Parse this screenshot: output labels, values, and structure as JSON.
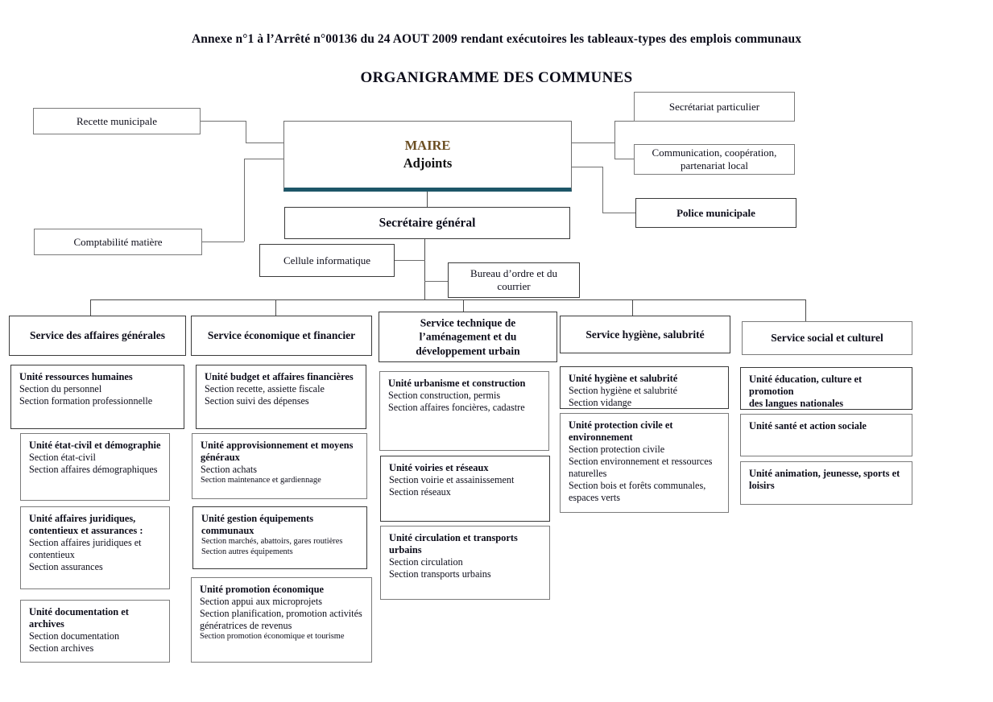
{
  "document": {
    "annex_title": "Annexe n°1 à l’Arrêté n°00136 du 24 AOUT 2009 rendant exécutoires les tableaux-types des emplois communaux",
    "chart_title": "ORGANIGRAMME DES COMMUNES"
  },
  "colors": {
    "maire_accent": "#1d5668",
    "maire_text": "#6b4e22",
    "box_border": "#3a3a3a",
    "connector": "#4a4a4a",
    "background": "#ffffff"
  },
  "top": {
    "recette": "Recette municipale",
    "comptabilite": "Comptabilité matière",
    "maire_line1": "MAIRE",
    "maire_line2": "Adjoints",
    "secretariat_particulier": "Secrétariat particulier",
    "communication_l1": "Communication, coopération,",
    "communication_l2": "partenariat local",
    "police": "Police municipale",
    "secretaire_general": "Secrétaire général",
    "cellule_informatique": "Cellule informatique",
    "bureau_ordre": "Bureau d’ordre et du courrier"
  },
  "services": [
    {
      "id": "affaires-generales",
      "header": "Service des affaires générales",
      "header_lines": [
        "Service des affaires générales"
      ],
      "units": [
        {
          "title": "Unité ressources humaines",
          "lines": [
            "Section du personnel",
            "Section formation professionnelle"
          ]
        },
        {
          "title": "Unité état-civil et démographie",
          "lines": [
            "Section état-civil",
            "Section affaires démographiques"
          ]
        },
        {
          "title": "Unité affaires juridiques, contentieux et assurances :",
          "title_lines": [
            "Unité affaires juridiques,",
            "contentieux et assurances :"
          ],
          "lines": [
            "Section affaires juridiques et",
            "contentieux",
            "Section assurances"
          ]
        },
        {
          "title": "Unité documentation et archives",
          "title_lines": [
            "Unité documentation et",
            "archives"
          ],
          "lines": [
            "Section documentation",
            "Section archives"
          ]
        }
      ]
    },
    {
      "id": "economique-financier",
      "header": "Service économique et financier",
      "header_lines": [
        "Service économique et financier"
      ],
      "units": [
        {
          "title": "Unité budget et affaires financières",
          "lines": [
            "Section recette, assiette fiscale",
            "Section suivi des dépenses"
          ]
        },
        {
          "title": "Unité approvisionnement et moyens généraux",
          "title_lines": [
            "Unité approvisionnement et moyens",
            "généraux"
          ],
          "lines": [
            "Section achats"
          ],
          "small_lines": [
            "Section maintenance et gardiennage"
          ]
        },
        {
          "title": "Unité gestion équipements communaux",
          "lines": [],
          "small_lines": [
            "Section marchés, abattoirs, gares routières",
            "Section autres équipements"
          ]
        },
        {
          "title": "Unité promotion économique",
          "lines": [
            "Section appui aux microprojets",
            "Section planification, promotion activités",
            "génératrices de revenus"
          ],
          "small_lines": [
            "Section promotion économique et tourisme"
          ]
        }
      ]
    },
    {
      "id": "technique",
      "header": "Service technique de l’aménagement et du développement urbain",
      "header_lines": [
        "Service technique de",
        "l’aménagement et du",
        "développement urbain"
      ],
      "units": [
        {
          "title": "Unité urbanisme et construction",
          "lines": [
            "Section construction, permis",
            "Section affaires foncières, cadastre"
          ]
        },
        {
          "title": "Unité voiries et réseaux",
          "lines": [
            "Section voirie et assainissement",
            "Section réseaux"
          ]
        },
        {
          "title": "Unité circulation et transports urbains",
          "title_lines": [
            "Unité circulation et transports",
            "urbains"
          ],
          "lines": [
            "Section circulation",
            "Section transports urbains"
          ]
        }
      ]
    },
    {
      "id": "hygiene-salubrite",
      "header": "Service hygiène, salubrité",
      "header_lines": [
        "Service hygiène, salubrité"
      ],
      "units": [
        {
          "title": "Unité hygiène et salubrité",
          "lines": [
            "Section hygiène et salubrité",
            "Section vidange"
          ]
        },
        {
          "title": "Unité protection civile et environnement",
          "title_lines": [
            "Unité protection civile et",
            "environnement"
          ],
          "lines": [
            "Section protection civile",
            "Section environnement et ressources",
            "naturelles",
            "Section bois et forêts communales,",
            "espaces verts"
          ]
        }
      ]
    },
    {
      "id": "social-culturel",
      "header": "Service social et culturel",
      "header_lines": [
        "Service social et culturel"
      ],
      "units": [
        {
          "title": "Unité éducation, culture et promotion des langues nationales",
          "title_lines": [
            "Unité éducation, culture et promotion",
            "des langues nationales"
          ],
          "lines": []
        },
        {
          "title": "Unité santé et action sociale",
          "lines": []
        },
        {
          "title": "Unité animation, jeunesse, sports et loisirs",
          "title_lines": [
            "Unité animation, jeunesse, sports et",
            "loisirs"
          ],
          "lines": []
        }
      ]
    }
  ]
}
